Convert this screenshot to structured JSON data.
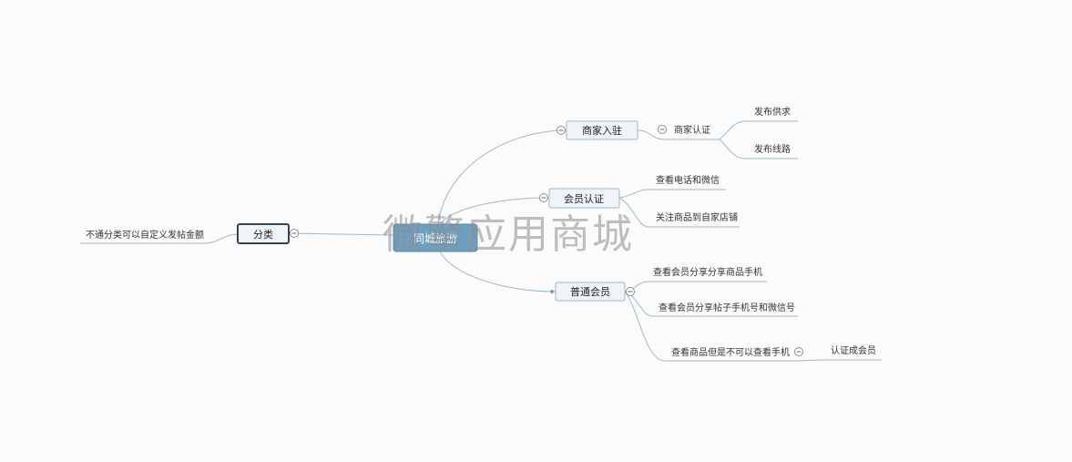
{
  "root": {
    "label": "同城旅游"
  },
  "left": {
    "topic": "分类",
    "child": "不通分类可以自定义发帖金额"
  },
  "right": {
    "merchant": {
      "topic": "商家入驻",
      "sub": "商家认证",
      "leaves": [
        "发布供求",
        "发布线路"
      ]
    },
    "member_auth": {
      "topic": "会员认证",
      "leaves": [
        "查看电话和微信",
        "关注商品到自家店铺"
      ]
    },
    "normal_member": {
      "topic": "普通会员",
      "leaves": [
        "查看会员分享分享商品手机",
        "查看会员分享帖子手机号和微信号",
        "查看商品但是不可以查看手机"
      ],
      "sub_leaf": "认证成会员"
    }
  },
  "watermark": "微擎应用商城",
  "colors": {
    "root_fill": "#6f9fbf",
    "topic_fill": "#eef4f8",
    "line": "#9ab9cf",
    "background": "#fbfbfb"
  }
}
